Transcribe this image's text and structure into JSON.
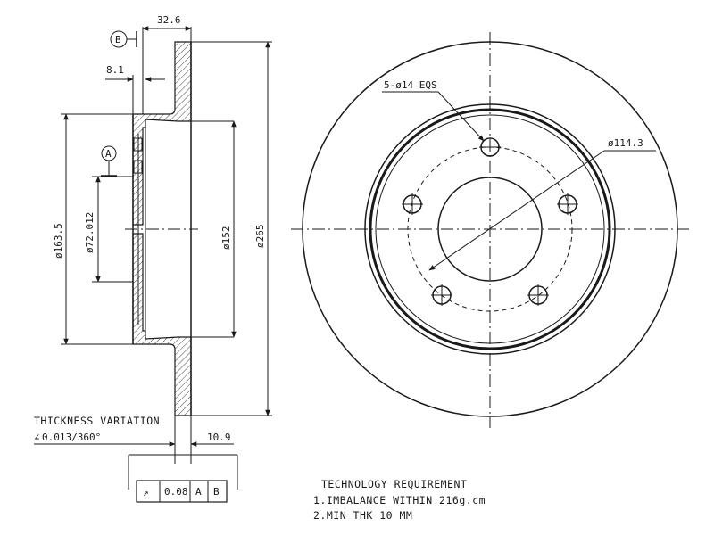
{
  "dimensions": {
    "width_overall": "32.6",
    "hat_offset": "8.1",
    "hat_diameter": "ø163.5",
    "center_bore": "ø72.012",
    "hub_diameter": "ø152",
    "outer_diameter": "ø265",
    "rotor_thickness": "10.9",
    "bolt_holes": "5-ø14 EQS",
    "bolt_circle": "ø114.3"
  },
  "datums": {
    "a": "A",
    "b": "B"
  },
  "thickness_variation": {
    "title": "THICKNESS VARIATION",
    "value": "0.013/360°"
  },
  "tolerance_frame": {
    "symbol": "↗",
    "value": "0.08",
    "datum_1": "A",
    "datum_2": "B"
  },
  "tech_requirement": {
    "title": "TECHNOLOGY REQUIREMENT",
    "line_1": "1.IMBALANCE WITHIN 216g.cm",
    "line_2": "2.MIN THK 10 MM"
  }
}
